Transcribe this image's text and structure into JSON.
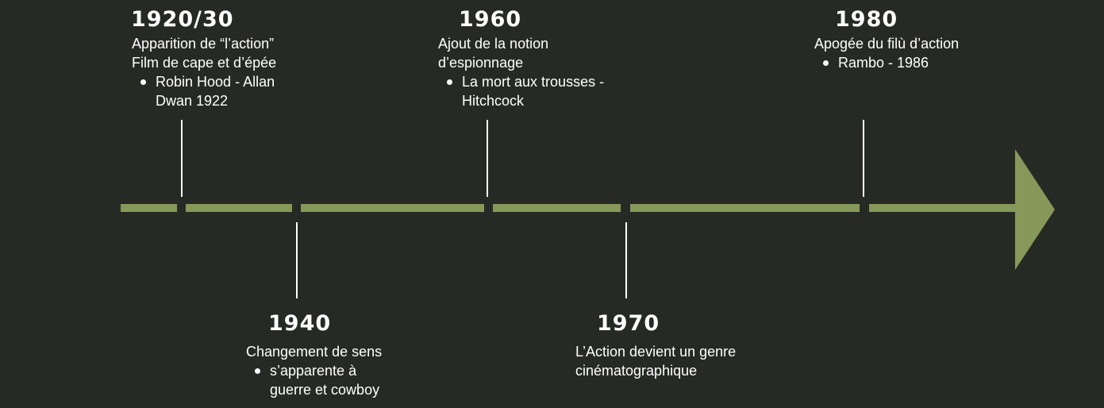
{
  "timeline": {
    "colors": {
      "background": "#272a24",
      "axis": "#87995a",
      "text": "#ffffff"
    },
    "events": [
      {
        "year": "1920/30",
        "lines": [
          "Apparition de “l’action”",
          "Film de cape et d’épée"
        ],
        "bullets": [
          "Robin Hood - Allan Dwan 1922"
        ]
      },
      {
        "year": "1940",
        "lines": [
          "Changement de sens"
        ],
        "bullets": [
          "s’apparente à guerre et cowboy"
        ]
      },
      {
        "year": "1960",
        "lines": [
          "Ajout de la notion",
          "d’espionnage"
        ],
        "bullets": [
          "La mort aux trousses - Hitchcock"
        ]
      },
      {
        "year": "1970",
        "lines": [
          "L’Action devient un genre",
          "cinématographique"
        ],
        "bullets": []
      },
      {
        "year": "1980",
        "lines": [
          "Apogée du filù d’action"
        ],
        "bullets": [
          "Rambo - 1986"
        ]
      }
    ]
  }
}
